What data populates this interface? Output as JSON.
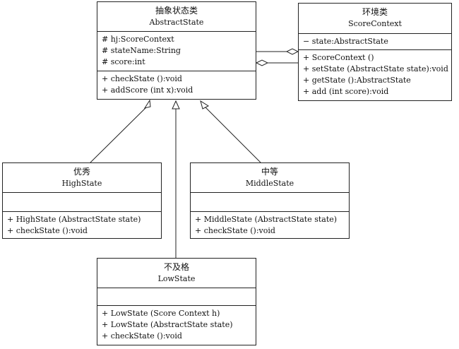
{
  "classes": {
    "abstract_state": {
      "cn_name": "抽象状态类",
      "en_name": "AbstractState",
      "attributes": [
        "# hj:ScoreContext",
        "# stateName:String",
        "# score:int"
      ],
      "operations": [
        "+ checkState ():void",
        "+ addScore (int x):void"
      ]
    },
    "score_context": {
      "cn_name": "环境类",
      "en_name": "ScoreContext",
      "attributes": [
        "− state:AbstractState"
      ],
      "operations": [
        "+ ScoreContext ()",
        "+ setState (AbstractState state):void",
        "+ getState ():AbstractState",
        "+ add (int score):void"
      ]
    },
    "high_state": {
      "cn_name": "优秀",
      "en_name": "HighState",
      "attributes": [],
      "operations": [
        "+ HighState (AbstractState state)",
        "+ checkState ():void"
      ]
    },
    "middle_state": {
      "cn_name": "中等",
      "en_name": "MiddleState",
      "attributes": [],
      "operations": [
        "+ MiddleState (AbstractState state)",
        "+ checkState ():void"
      ]
    },
    "low_state": {
      "cn_name": "不及格",
      "en_name": "LowState",
      "attributes": [],
      "operations": [
        "+ LowState (Score Context h)",
        "+ LowState (AbstractState state)",
        "+ checkState ():void"
      ]
    }
  }
}
